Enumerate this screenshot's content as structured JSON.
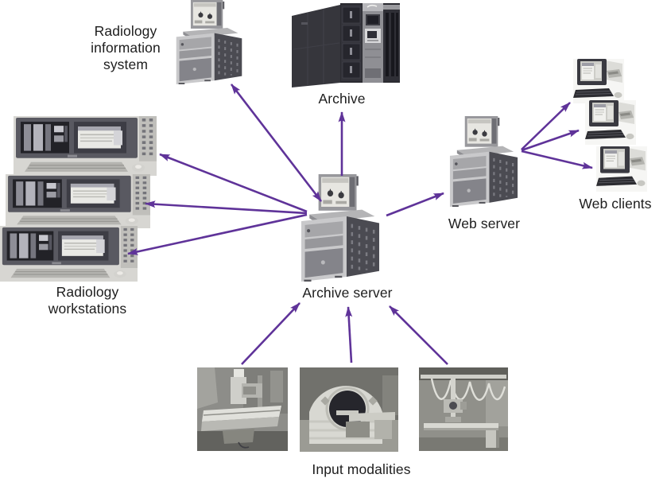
{
  "figure": {
    "type": "network-architecture-diagram",
    "subject": "PACS / teleradiology system architecture",
    "background": "#ffffff",
    "arrow_color": "#5f3399",
    "text_color": "#1d1d1d"
  },
  "labels": {
    "ris": "Radiology information system",
    "archive": "Archive",
    "web_clients": "Web clients",
    "radiology_workstations": "Radiology workstations",
    "archive_server": "Archive server",
    "web_server": "Web server",
    "input_modalities": "Input modalities"
  },
  "nodes": [
    {
      "id": "radiology-information-system",
      "label": "Radiology information system",
      "image": "server-with-control-monitor-photo"
    },
    {
      "id": "archive",
      "label": "Archive",
      "image": "tape-library-cabinet-photo"
    },
    {
      "id": "radiology-workstations",
      "label": "Radiology workstations",
      "image": "three-dual-monitor-workstation-photos"
    },
    {
      "id": "archive-server",
      "label": "Archive server",
      "image": "server-with-control-monitor-photo"
    },
    {
      "id": "web-server",
      "label": "Web server",
      "image": "server-with-control-monitor-photo"
    },
    {
      "id": "web-clients",
      "label": "Web clients",
      "image": "three-desktop-pc-photos"
    },
    {
      "id": "input-modalities",
      "label": "Input modalities",
      "image": "xray-table-photo, mri-scanner-photo, radiography-room-photo"
    }
  ],
  "connections": [
    {
      "from": "archive-server",
      "to": "radiology-information-system",
      "arrowheads": "both"
    },
    {
      "from": "archive-server",
      "to": "archive",
      "arrowheads": "end"
    },
    {
      "from": "archive-server",
      "to": "radiology-workstation-1",
      "arrowheads": "end"
    },
    {
      "from": "archive-server",
      "to": "radiology-workstation-2",
      "arrowheads": "end"
    },
    {
      "from": "archive-server",
      "to": "radiology-workstation-3",
      "arrowheads": "end"
    },
    {
      "from": "archive-server",
      "to": "web-server",
      "arrowheads": "end"
    },
    {
      "from": "web-server",
      "to": "web-client-1",
      "arrowheads": "end"
    },
    {
      "from": "web-server",
      "to": "web-client-2",
      "arrowheads": "end"
    },
    {
      "from": "web-server",
      "to": "web-client-3",
      "arrowheads": "end"
    },
    {
      "from": "input-modality-1",
      "to": "archive-server",
      "arrowheads": "end"
    },
    {
      "from": "input-modality-2",
      "to": "archive-server",
      "arrowheads": "end"
    },
    {
      "from": "input-modality-3",
      "to": "archive-server",
      "arrowheads": "end"
    }
  ]
}
